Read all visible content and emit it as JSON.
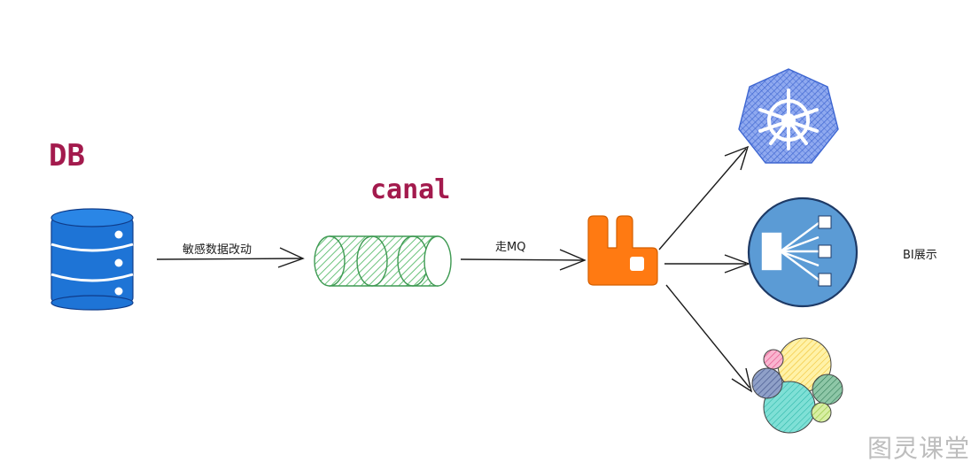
{
  "labels": {
    "db_title": "DB",
    "canal_title": "canal",
    "edge_db_canal": "敏感数据改动",
    "edge_canal_mq": "走MQ",
    "bi_label": "BI展示"
  },
  "watermark": "图灵课堂",
  "colors": {
    "title": "#a31a4d",
    "db_blue": "#1e74d6",
    "canal_green": "#69c27a",
    "mq_orange": "#ff7a12",
    "k8s_blue": "#4a72d9",
    "flow_blue": "#5b9bd5",
    "arrow": "#1b1b1b"
  },
  "icons": {
    "db": "database-icon",
    "canal": "canal-pipe-icon",
    "mq": "rabbitmq-icon",
    "k8s": "kubernetes-icon",
    "flow": "flow-diagram-icon",
    "elastic": "elastic-icon"
  }
}
